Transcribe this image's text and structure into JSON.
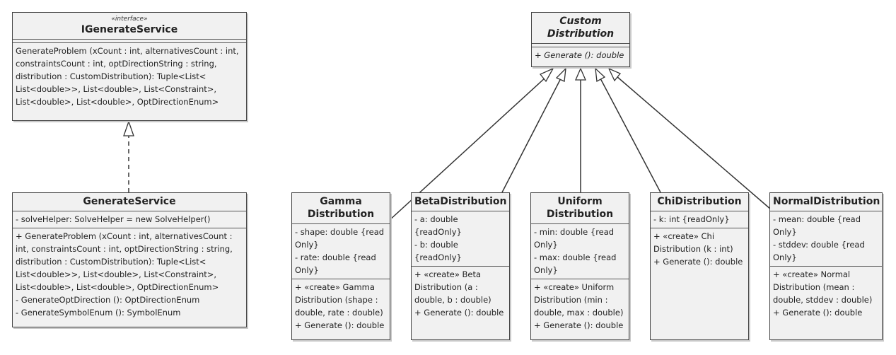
{
  "interface": {
    "stereotype": "«interface»",
    "name": "IGenerateService",
    "operations": [
      "GenerateProblem (xCount : int, alternativesCount : int, constraintsCount : int, optDirectionString : string, distribution : CustomDistribution): Tuple<List< List<double>>, List<double>, List<Constraint>, List<double>, List<double>, OptDirectionEnum>"
    ]
  },
  "generate_service": {
    "name": "GenerateService",
    "attributes": [
      "- solveHelper: SolveHelper = new SolveHelper()"
    ],
    "operations": [
      "+ GenerateProblem (xCount : int, alternativesCount : int, constraintsCount : int, optDirectionString : string, distribution : CustomDistribution): Tuple<List< List<double>>, List<double>, List<Constraint>, List<double>, List<double>, OptDirectionEnum>",
      "- GenerateOptDirection (): OptDirectionEnum",
      "- GenerateSymbolEnum (): SymbolEnum"
    ]
  },
  "custom_distribution": {
    "name": "Custom Distribution",
    "operations": [
      "+ Generate (): double"
    ]
  },
  "gamma": {
    "name": "Gamma Distribution",
    "attributes": [
      "- shape: double {read Only}",
      "- rate: double {read Only}"
    ],
    "operations": [
      "+ «create» Gamma Distribution (shape : double, rate : double)",
      "+ Generate (): double"
    ]
  },
  "beta": {
    "name": "BetaDistribution",
    "attributes": [
      "- a: double {readOnly}",
      "- b: double {readOnly}"
    ],
    "operations": [
      "+ «create» Beta Distribution (a : double, b : double)",
      "+ Generate (): double"
    ]
  },
  "uniform": {
    "name": "Uniform Distribution",
    "attributes": [
      "- min: double {read Only}",
      "- max: double {read Only}"
    ],
    "operations": [
      "+ «create» Uniform Distribution (min : double, max : double)",
      "+ Generate (): double"
    ]
  },
  "chi": {
    "name": "ChiDistribution",
    "attributes": [
      "- k: int {readOnly}"
    ],
    "operations": [
      "+ «create» Chi Distribution (k : int)",
      "+ Generate (): double"
    ]
  },
  "normal": {
    "name": "NormalDistribution",
    "attributes": [
      "- mean: double {read Only}",
      "- stddev: double {read Only}"
    ],
    "operations": [
      "+ «create» Normal Distribution (mean : double, stddev : double)",
      "+ Generate (): double"
    ]
  }
}
